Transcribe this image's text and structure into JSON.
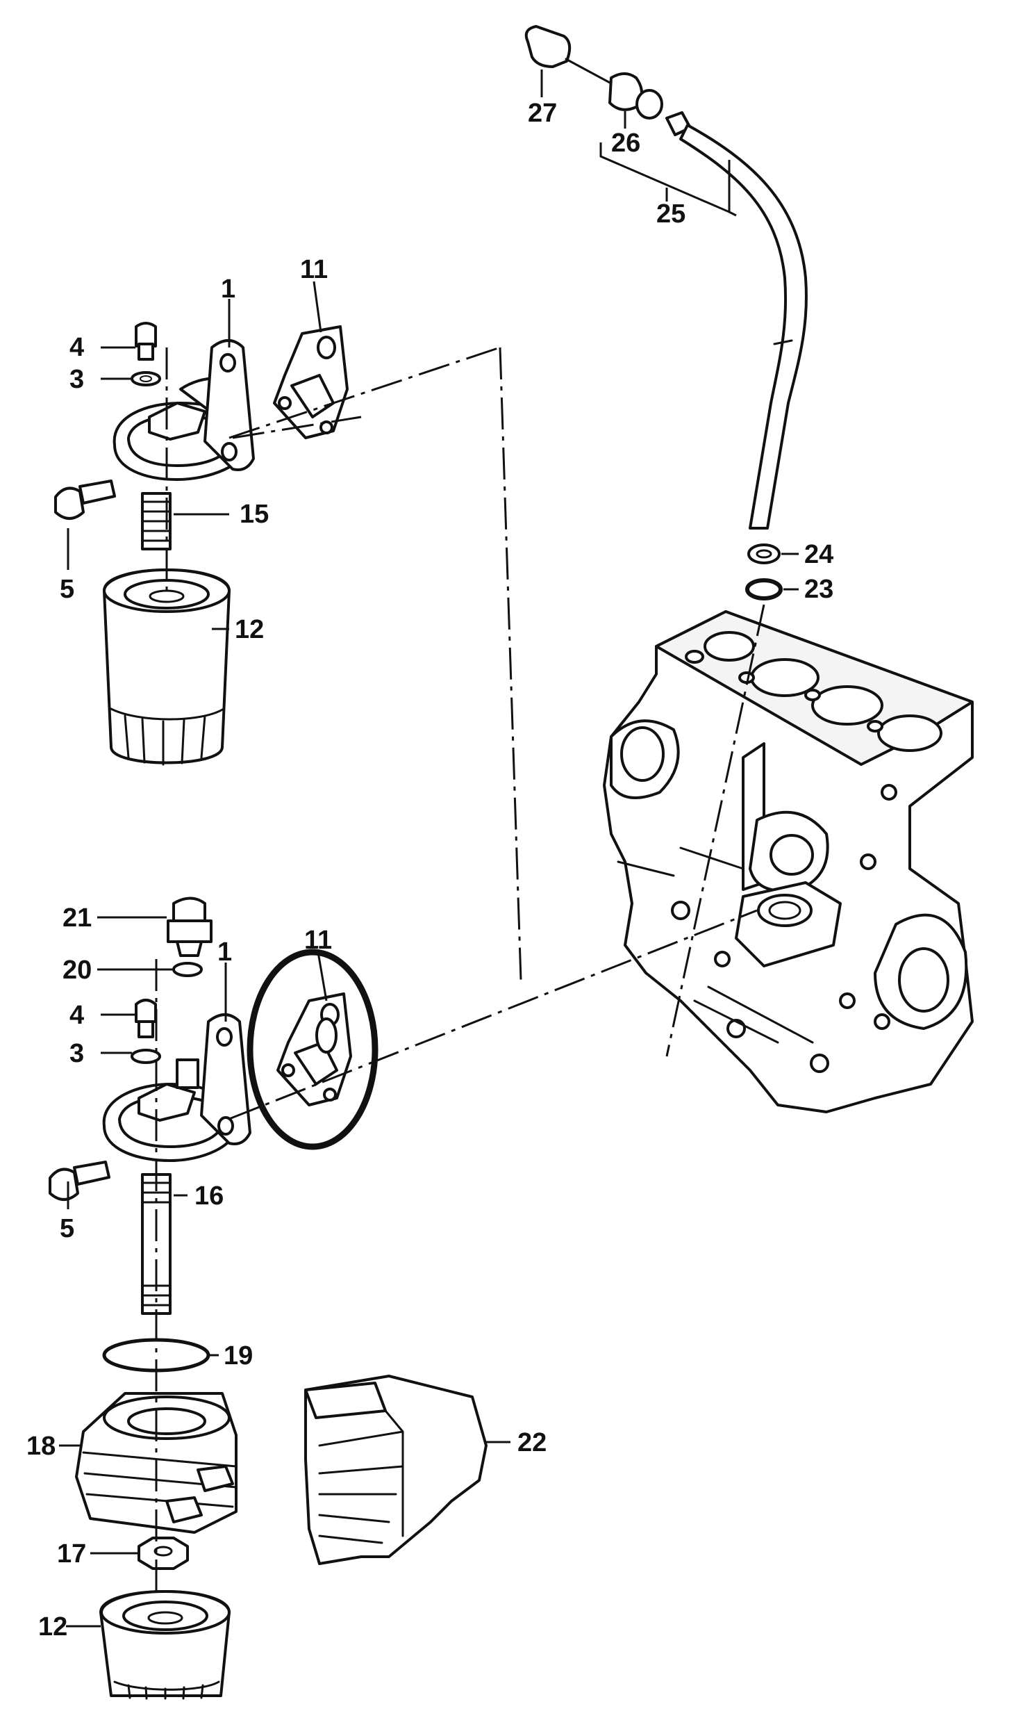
{
  "callouts": {
    "p1_top": "1",
    "p3_top": "3",
    "p4_top": "4",
    "p5_top": "5",
    "p11_top": "11",
    "p12_top": "12",
    "p15": "15",
    "p21": "21",
    "p20": "20",
    "p1_bot": "1",
    "p4_bot": "4",
    "p3_bot": "3",
    "p11_bot": "11",
    "p5_bot": "5",
    "p16": "16",
    "p19": "19",
    "p18": "18",
    "p17": "17",
    "p12_bot": "12",
    "p22": "22",
    "p24": "24",
    "p23": "23",
    "p25": "25",
    "p26": "26",
    "p27": "27"
  }
}
